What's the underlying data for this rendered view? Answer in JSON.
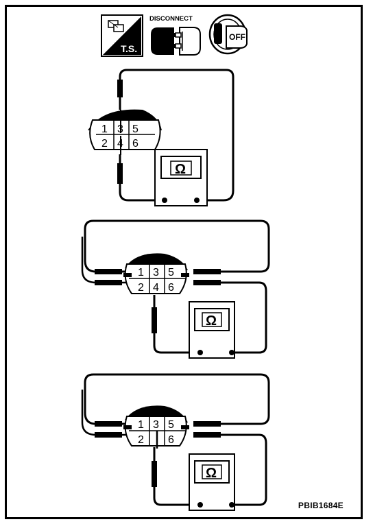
{
  "header_icons": {
    "ts_label": "T.S.",
    "disconnect_label": "DISCONNECT",
    "key_label": "OFF"
  },
  "diagram1": {
    "pins_top": [
      "1",
      "3",
      "5"
    ],
    "pins_bottom": [
      "2",
      "4",
      "6"
    ],
    "meter_symbol": "Ω"
  },
  "diagram2": {
    "pins_top": [
      "1",
      "3",
      "5"
    ],
    "pins_bottom": [
      "2",
      "4",
      "6"
    ],
    "meter_symbol": "Ω"
  },
  "diagram3": {
    "pins_top": [
      "1",
      "3",
      "5"
    ],
    "pins_bottom": [
      "2",
      "",
      "6"
    ],
    "meter_symbol": "Ω"
  },
  "figure_code": "PBIB1684E"
}
